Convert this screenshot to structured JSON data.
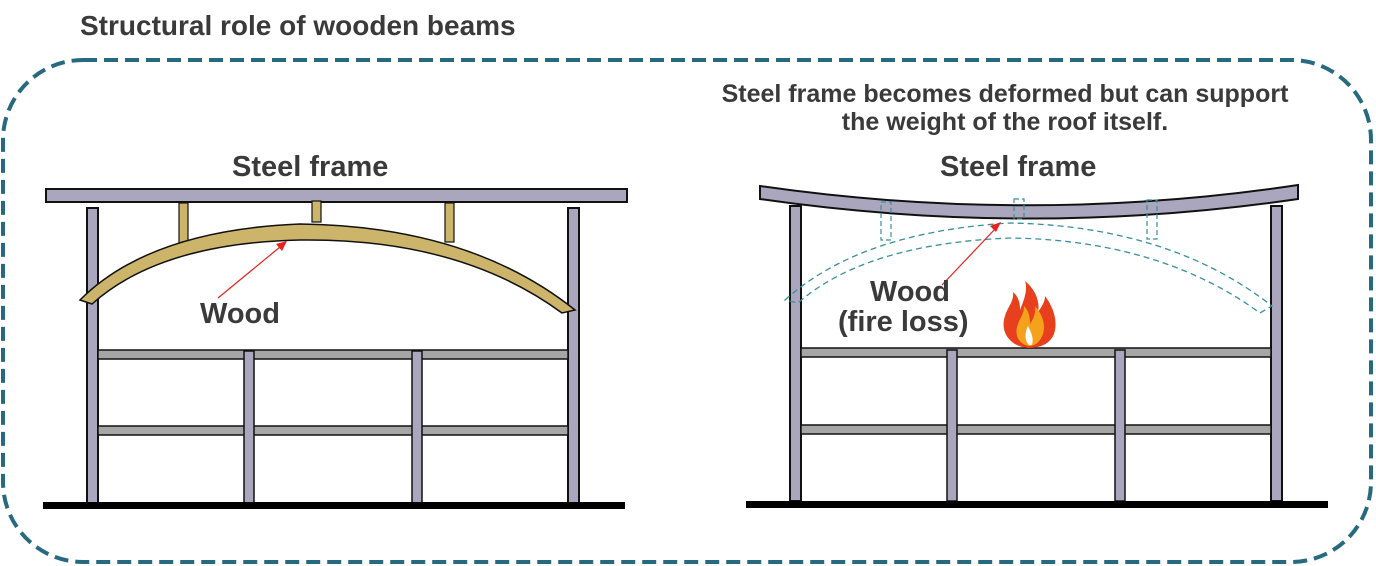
{
  "title": "Structural role of wooden beams",
  "colors": {
    "border_dash": "#276a80",
    "steel": "#a9a6be",
    "floor_beam": "#a6a6a6",
    "wood": "#ccb56a",
    "outline": "#111111",
    "arrow": "#e8211e",
    "ghost": "#3a8f9a",
    "fire_outer": "#e8401c",
    "fire_inner": "#f4a21b"
  },
  "left_panel": {
    "frame_label": "Steel frame",
    "wood_label": "Wood"
  },
  "right_panel": {
    "note": "Steel frame becomes deformed but can support the weight of the roof itself.",
    "frame_label": "Steel frame",
    "wood_label": "Wood",
    "wood_sublabel": "(fire loss)",
    "icon": "fire-icon"
  }
}
